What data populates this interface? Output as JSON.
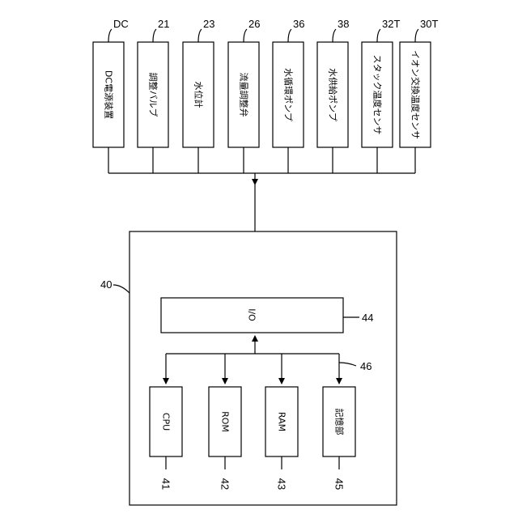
{
  "peripherals": [
    {
      "label": "DC電源装置",
      "ref": "DC"
    },
    {
      "label": "調整バルブ",
      "ref": "21"
    },
    {
      "label": "水位計",
      "ref": "23"
    },
    {
      "label": "流量調整弁",
      "ref": "26"
    },
    {
      "label": "水循環ポンプ",
      "ref": "36"
    },
    {
      "label": "水供給ポンプ",
      "ref": "38"
    },
    {
      "label": "スタック温度センサ",
      "ref": "32T"
    },
    {
      "label": "イオン交換温度センサ",
      "ref": "30T"
    }
  ],
  "controller": {
    "ref": "40",
    "io": {
      "label": "I/O",
      "ref": "44"
    },
    "bus_ref": "46",
    "units": [
      {
        "label": "CPU",
        "ref": "41"
      },
      {
        "label": "ROM",
        "ref": "42"
      },
      {
        "label": "RAM",
        "ref": "43"
      },
      {
        "label": "記憶部",
        "ref": "45"
      }
    ]
  }
}
